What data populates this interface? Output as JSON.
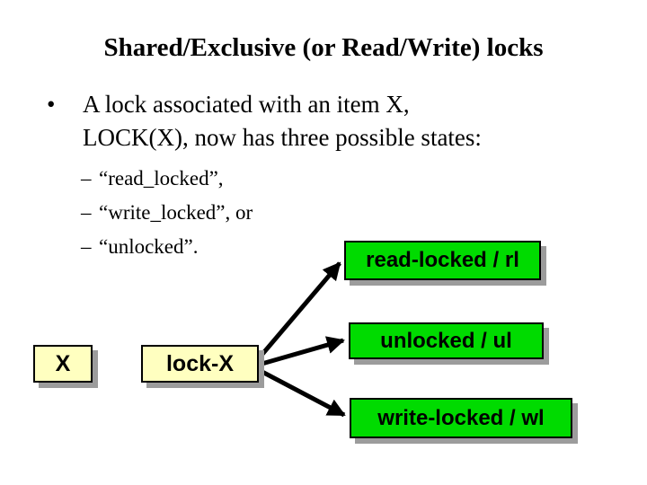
{
  "slide": {
    "title": "Shared/Exclusive (or Read/Write) locks",
    "bullet": {
      "marker": "•",
      "lines": [
        "A lock associated with an item X,",
        "LOCK(X), now has three possible states:"
      ]
    },
    "sub_bullets": {
      "marker": "–",
      "items": [
        "“read_locked”,",
        "“write_locked”, or",
        "“unlocked”."
      ]
    }
  },
  "diagram": {
    "item_box_label": "X",
    "lock_box_label": "lock-X",
    "states": [
      "read-locked / rl",
      "unlocked / ul",
      "write-locked / wl"
    ]
  },
  "colors": {
    "background": "#FFFFFF",
    "text": "#000000",
    "box_yellow": "#FFFFC0",
    "box_green": "#00DB00",
    "box_border": "#000000",
    "shadow_gray": "#9C9C9C",
    "arrow": "#000000"
  }
}
